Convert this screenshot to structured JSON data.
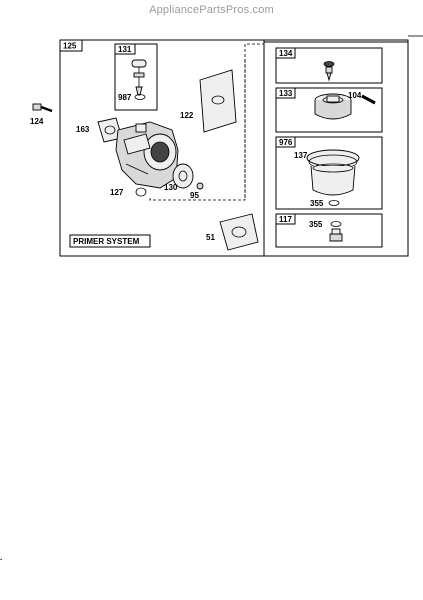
{
  "watermark": "AppliancePartsPros.com",
  "assembly": {
    "number": "125"
  },
  "system_label": "PRIMER SYSTEM",
  "boxes": {
    "b131": {
      "number": "131",
      "parts": [
        "987"
      ]
    },
    "b134": {
      "number": "134"
    },
    "b133": {
      "number": "133",
      "parts": [
        "104"
      ]
    },
    "b976": {
      "number": "976",
      "parts": [
        "137",
        "355"
      ]
    },
    "b117": {
      "number": "117",
      "parts": [
        "355"
      ]
    }
  },
  "callouts": {
    "p124": "124",
    "p163": "163",
    "p122": "122",
    "p127": "127",
    "p130": "130",
    "p95": "95",
    "p51": "51"
  }
}
